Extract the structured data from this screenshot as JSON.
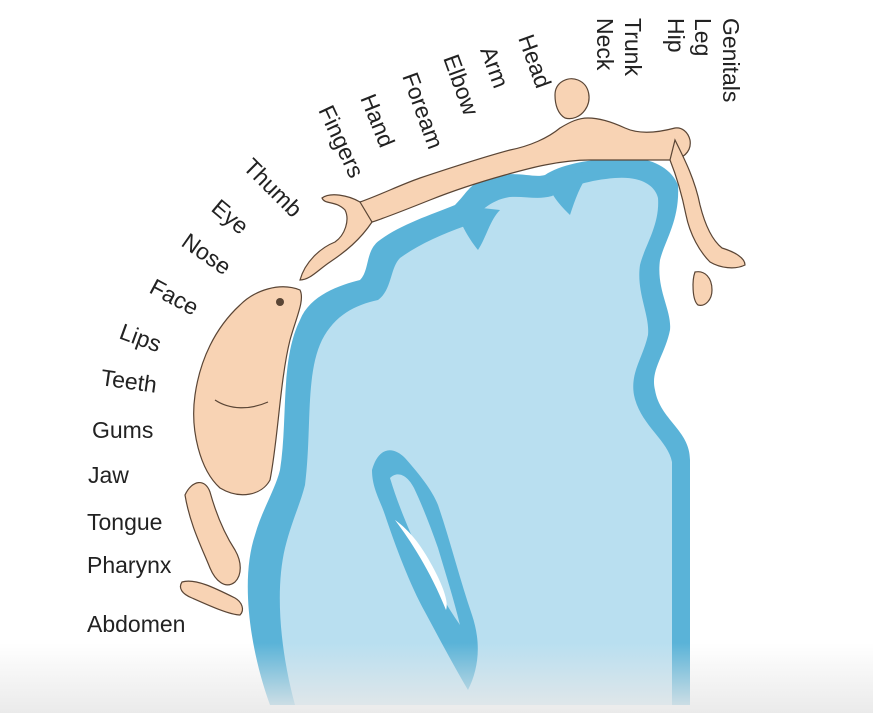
{
  "labels": {
    "genitals": "Genitals",
    "leg": "Leg",
    "hip": "Hip",
    "trunk": "Trunk",
    "neck": "Neck",
    "head": "Head",
    "arm": "Arm",
    "elbow": "Elbow",
    "forearm": "Foream",
    "hand": "Hand",
    "fingers": "Fingers",
    "thumb": "Thumb",
    "eye": "Eye",
    "nose": "Nose",
    "face": "Face",
    "lips": "Lips",
    "teeth": "Teeth",
    "gums": "Gums",
    "jaw": "Jaw",
    "tongue": "Tongue",
    "pharynx": "Pharynx",
    "abdomen": "Abdomen"
  },
  "colors": {
    "cortex": "#5ab3d8",
    "white_matter": "#b9dff0",
    "homunculus_skin": "#f8d3b4",
    "outline": "#5a4535",
    "label_text": "#222222"
  }
}
